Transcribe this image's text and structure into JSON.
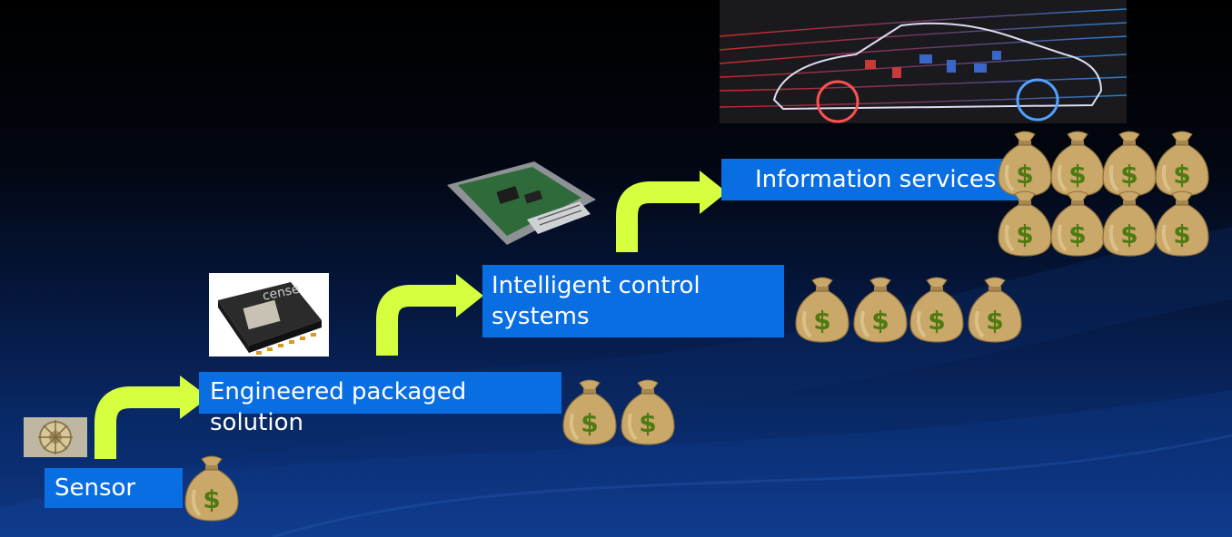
{
  "stages": {
    "sensor": {
      "label": "Sensor",
      "bags": 1
    },
    "package": {
      "label": "Engineered packaged solution",
      "bags": 2
    },
    "control": {
      "label": "Intelligent control systems",
      "bags": 4
    },
    "info": {
      "label": "Information services",
      "bags": 8
    }
  },
  "images": {
    "sensor_image": "sensor-chip-photo",
    "package_image": "packaged-chip-photo",
    "package_chip_text": "cense",
    "control_image": "ecu-module-photo",
    "info_image": "car-aerodynamics-render"
  },
  "bag_symbol": "$",
  "colors": {
    "label_bg": "#0a6ee3",
    "arrow": "#d5ff3f",
    "bag": "#c9a86a",
    "dollar": "#4f7a12"
  }
}
